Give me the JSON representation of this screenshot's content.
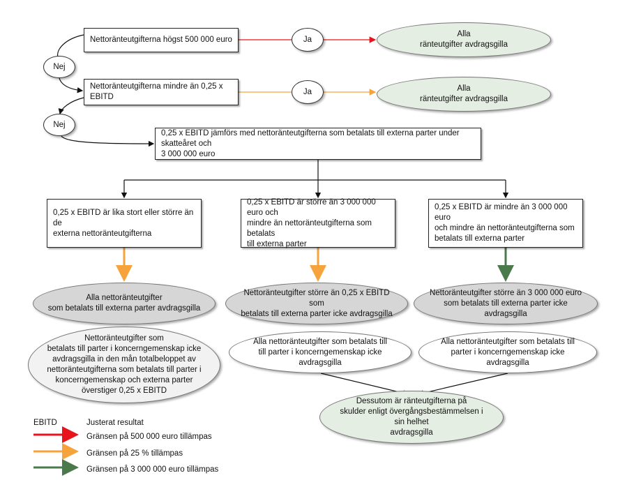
{
  "colors": {
    "red": "#e8141b",
    "orange": "#f5a33a",
    "green": "#4a7a4c"
  },
  "q1": "Nettoränteutgifterna  högst 500 000 euro",
  "q2": "Nettoränteutgifterna  mindre än 0,25 x EBITD",
  "yes1": "Ja",
  "yes2": "Ja",
  "no1": "Nej",
  "no2": "Nej",
  "res1": [
    "Alla",
    "ränteutgifter avdragsgilla"
  ],
  "res2": [
    "Alla",
    "ränteutgifter avdragsgilla"
  ],
  "compare": [
    "0,25 x EBITD jämförs med nettoränteutgifterna som betalats till externa parter under skatteåret och",
    "3 000 000 euro"
  ],
  "case1": [
    "0,25 x EBITD är lika stort eller större än de",
    "externa nettoränteutgifterna"
  ],
  "case2": [
    "0,25 x EBITD är större än 3 000 000 euro och",
    "mindre än nettoränteutgifterna som betalats",
    "till externa parter"
  ],
  "case3": [
    "0,25 x EBITD är mindre än 3 000 000 euro",
    "och mindre än nettoränteutgifterna som",
    "betalats till externa parter"
  ],
  "out1": [
    "Alla nettoränteutgifter",
    "som betalats till externa parter avdragsgilla"
  ],
  "out2": [
    "Nettoränteutgifter  större än 0,25 x EBITD som",
    "betalats till externa parter icke avdragsgilla"
  ],
  "out3": [
    "Nettoränteutgifter  större än 3 000 000 euro",
    "som betalats till externa parter icke avdragsgilla"
  ],
  "group1": [
    "Nettoränteutgifter som",
    "betalats till parter i koncerngemenskap  icke",
    "avdragsgilla  in den mån totalbeloppet  av",
    "nettoränteutgifterna som betalats till parter i",
    "koncerngemenskap  och externa parter",
    "överstiger 0,25 x EBITD"
  ],
  "group2": [
    "Alla nettoränteutgifter  som betalats till",
    "till parter i koncerngemenskap icke avdragsgilla"
  ],
  "group3": [
    "Alla nettoränteutgifter  som betalats till",
    "parter i koncerngemenskap  icke avdragsgilla"
  ],
  "final": [
    "Dessutom är ränteutgifterna på",
    "skulder enligt övergångsbestämmelsen   i sin helhet",
    "avdragsgilla"
  ],
  "legend": {
    "abbr": "EBITD",
    "abbr_desc": "Justerat resultat",
    "items": [
      {
        "label": "Gränsen på 500 000 euro tillämpas",
        "color": "red"
      },
      {
        "label": "Gränsen på 25 % tillämpas",
        "color": "orange"
      },
      {
        "label": "Gränsen på 3 000 000 euro tillämpas",
        "color": "green"
      }
    ]
  }
}
